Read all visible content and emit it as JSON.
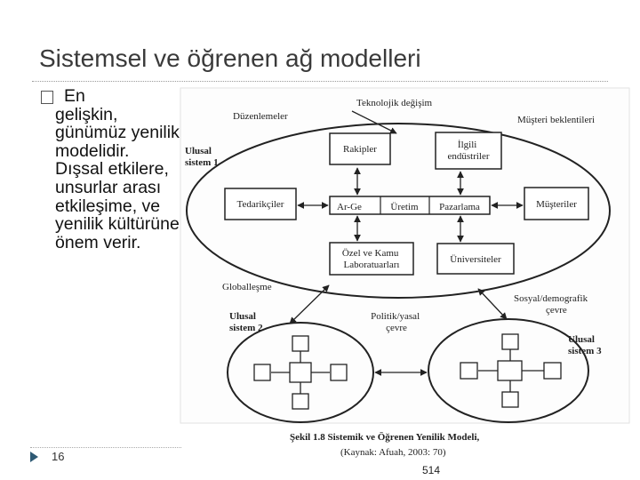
{
  "slide": {
    "title": "Sistemsel ve öğrenen ağ modelleri",
    "bullet_text_first": "En",
    "bullet_text_rest": "gelişkin, günümüz yenilik modelidir. Dışsal etkilere, unsurlar arası etkileşime, ve yenilik kültürüne önem verir.",
    "slide_number": "16",
    "page_number": "514"
  },
  "figure": {
    "top_label": "Teknolojik değişim",
    "regulations": "Düzenlemeler",
    "customer_expectations": "Müşteri beklentileri",
    "national_system_1": [
      "Ulusal",
      "sistem 1"
    ],
    "competitors": "Rakipler",
    "related_industries": [
      "İlgili",
      "endüstriler"
    ],
    "suppliers": "Tedarikçiler",
    "rnd": "Ar-Ge",
    "production": "Üretim",
    "marketing": "Pazarlama",
    "customers": "Müşteriler",
    "labs": [
      "Özel ve Kamu",
      "Laboratuarları"
    ],
    "universities": "Üniversiteler",
    "globalization": "Globalleşme",
    "social_demographic": [
      "Sosyal/demografik",
      "çevre"
    ],
    "political_legal": [
      "Politik/yasal",
      "çevre"
    ],
    "national_system_2": [
      "Ulusal",
      "sistem 2"
    ],
    "national_system_3": [
      "Ulusal",
      "sistem 3"
    ],
    "caption_line1": "Şekil 1.8 Sistemik ve Öğrenen Yenilik Modeli,",
    "caption_line2": "(Kaynak: Afuah, 2003: 70)"
  }
}
